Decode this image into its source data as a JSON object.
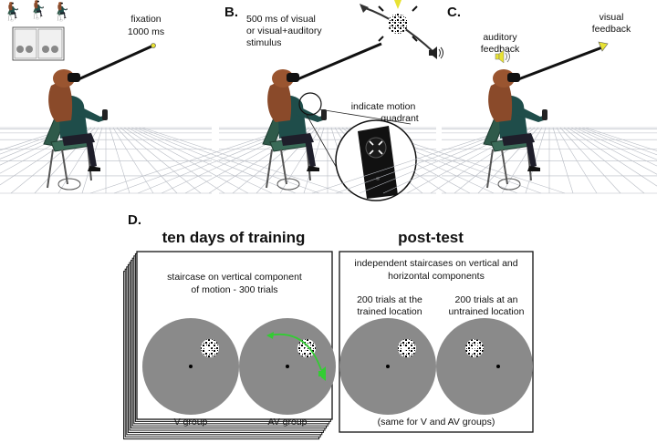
{
  "panel_a": {
    "letter": "",
    "fixation_label": "fixation",
    "duration_label": "1000 ms"
  },
  "panel_b": {
    "letter": "B.",
    "stimulus_line1": "500 ms of visual",
    "stimulus_line2": "or visual+auditory",
    "stimulus_line3": "stimulus",
    "response_line1": "indicate motion",
    "response_line2": "quadrant"
  },
  "panel_c": {
    "letter": "C.",
    "auditory_line1": "auditory",
    "auditory_line2": "feedback",
    "visual_line1": "visual",
    "visual_line2": "feedback"
  },
  "panel_d": {
    "letter": "D.",
    "training": {
      "title": "ten days of training",
      "desc_line1": "staircase on vertical component",
      "desc_line2": "of motion - 300 trials",
      "group_v": "V group",
      "group_av": "AV group"
    },
    "posttest": {
      "title": "post-test",
      "desc_line1": "independent staircases on vertical and",
      "desc_line2": "horizontal components",
      "trained_line1": "200 trials at the",
      "trained_line2": "trained location",
      "untrained_line1": "200 trials at an",
      "untrained_line2": "untrained location",
      "footer": "(same for V and AV groups)"
    }
  },
  "colors": {
    "disc": "#8a8a8a",
    "floor_grid": "#b8bcc4",
    "chair": "#2f5a4a",
    "feedback_yellow": "#e8e233",
    "motion_green": "#33cc33"
  }
}
